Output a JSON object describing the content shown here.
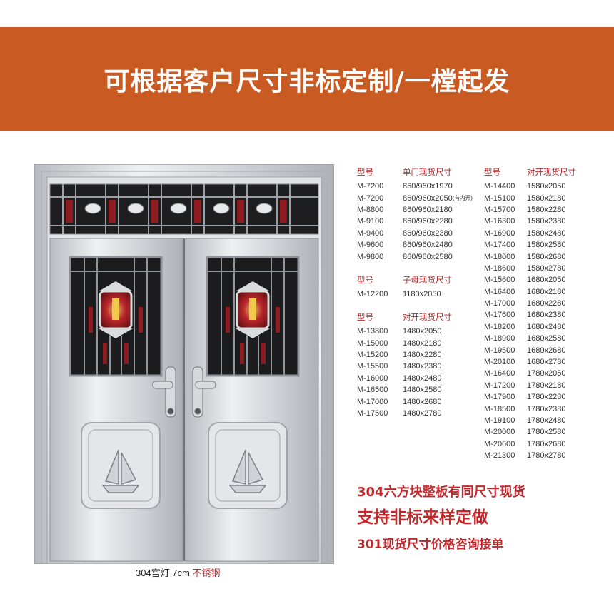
{
  "banner": {
    "title": "可根据客户尺寸非标定制/一樘起发"
  },
  "caption": {
    "main": "304宫灯 7cm ",
    "material": "不锈钢"
  },
  "table_single": {
    "header": [
      "型号",
      "单门现货尺寸"
    ],
    "rows": [
      [
        "M-7200",
        "860/960x1970",
        ""
      ],
      [
        "M-7200",
        "860/960x2050",
        "(有内开)"
      ],
      [
        "M-8800",
        "860/960x2180",
        ""
      ],
      [
        "M-9100",
        "860/960x2280",
        ""
      ],
      [
        "M-9400",
        "860/960x2380",
        ""
      ],
      [
        "M-9600",
        "860/960x2480",
        ""
      ],
      [
        "M-9800",
        "860/960x2580",
        ""
      ]
    ]
  },
  "table_mother": {
    "header": [
      "型号",
      "子母现货尺寸"
    ],
    "rows": [
      [
        "M-12200",
        "1180x2050"
      ]
    ]
  },
  "table_double_a": {
    "header": [
      "型号",
      "对开现货尺寸"
    ],
    "rows": [
      [
        "M-13800",
        "1480x2050"
      ],
      [
        "M-15000",
        "1480x2180"
      ],
      [
        "M-15200",
        "1480x2280"
      ],
      [
        "M-15500",
        "1480x2380"
      ],
      [
        "M-16000",
        "1480x2480"
      ],
      [
        "M-16500",
        "1480x2580"
      ],
      [
        "M-17000",
        "1480x2680"
      ],
      [
        "M-17500",
        "1480x2780"
      ]
    ]
  },
  "table_double_b": {
    "header": [
      "型号",
      "对开现货尺寸"
    ],
    "rows": [
      [
        "M-14400",
        "1580x2050"
      ],
      [
        "M-15100",
        "1580x2180"
      ],
      [
        "M-15700",
        "1580x2280"
      ],
      [
        "M-16300",
        "1580x2380"
      ],
      [
        "M-16900",
        "1580x2480"
      ],
      [
        "M-17400",
        "1580x2580"
      ],
      [
        "M-18000",
        "1580x2680"
      ],
      [
        "M-18600",
        "1580x2780"
      ],
      [
        "M-15600",
        "1680x2050"
      ],
      [
        "M-16400",
        "1680x2180"
      ],
      [
        "M-17000",
        "1680x2280"
      ],
      [
        "M-17600",
        "1680x2380"
      ],
      [
        "M-18200",
        "1680x2480"
      ],
      [
        "M-18900",
        "1680x2580"
      ],
      [
        "M-19500",
        "1680x2680"
      ],
      [
        "M-20100",
        "1680x2780"
      ],
      [
        "M-16400",
        "1780x2050"
      ],
      [
        "M-17200",
        "1780x2180"
      ],
      [
        "M-17900",
        "1780x2280"
      ],
      [
        "M-18500",
        "1780x2380"
      ],
      [
        "M-19100",
        "1780x2480"
      ],
      [
        "M-20000",
        "1780x2580"
      ],
      [
        "M-20600",
        "1780x2680"
      ],
      [
        "M-21300",
        "1780x2780"
      ]
    ]
  },
  "notes": {
    "line1": "304六方块整板有同尺寸现货",
    "line2": "支持非标来样定做",
    "line3": "301现货尺寸价格咨询接单"
  },
  "colors": {
    "banner": "#c85a22",
    "accent_red": "#c0282c",
    "steel": "#c9ccd0"
  },
  "icons": [
    "door-illustration",
    "lantern-icon",
    "sailboat-icon",
    "door-handle-icon"
  ]
}
